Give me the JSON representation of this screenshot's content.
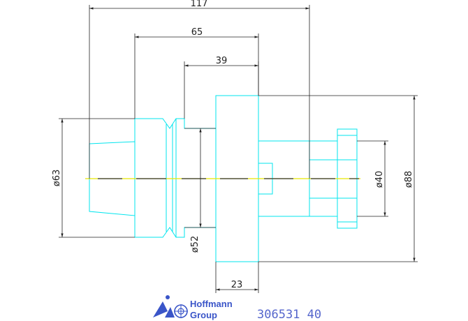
{
  "dimensions": {
    "overall_length": "117",
    "length_65": "65",
    "length_39": "39",
    "flange_width": "23",
    "dia_63": "ø63",
    "dia_52": "ø52",
    "dia_40": "ø40",
    "dia_88": "ø88"
  },
  "brand": {
    "line1": "Hoffmann",
    "line2": "Group"
  },
  "part_number": "306531 40",
  "colors": {
    "part_outline": "#00e5ee",
    "dimension": "#222222",
    "centerline": "#e8e800",
    "brand": "#3a55c8"
  }
}
